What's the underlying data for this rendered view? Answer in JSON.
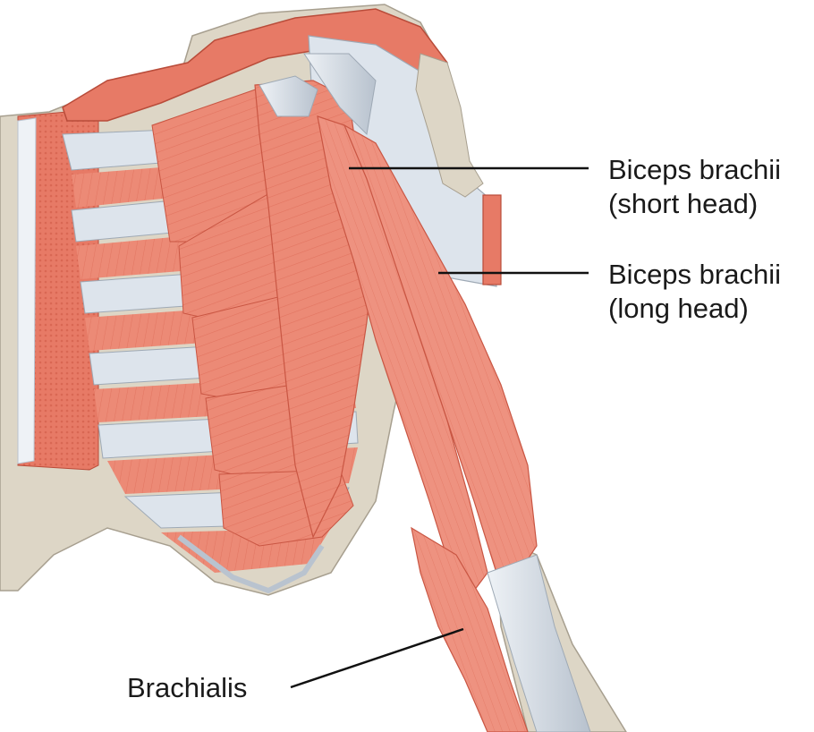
{
  "labels": {
    "biceps_short_head": {
      "line1": "Biceps brachii",
      "line2": "(short head)"
    },
    "biceps_long_head": {
      "line1": "Biceps brachii",
      "line2": "(long head)"
    },
    "brachialis": "Brachialis"
  },
  "colors": {
    "muscle": "#ec8a76",
    "muscle_dark": "#d8624e",
    "muscle_light": "#f3a896",
    "tendon": "#dde4ec",
    "tendon_shade": "#b9c3cf",
    "bone": "#ddd6c6",
    "bone_shade": "#c9bfab",
    "leader_line": "#111111",
    "text": "#1a1a1a"
  }
}
